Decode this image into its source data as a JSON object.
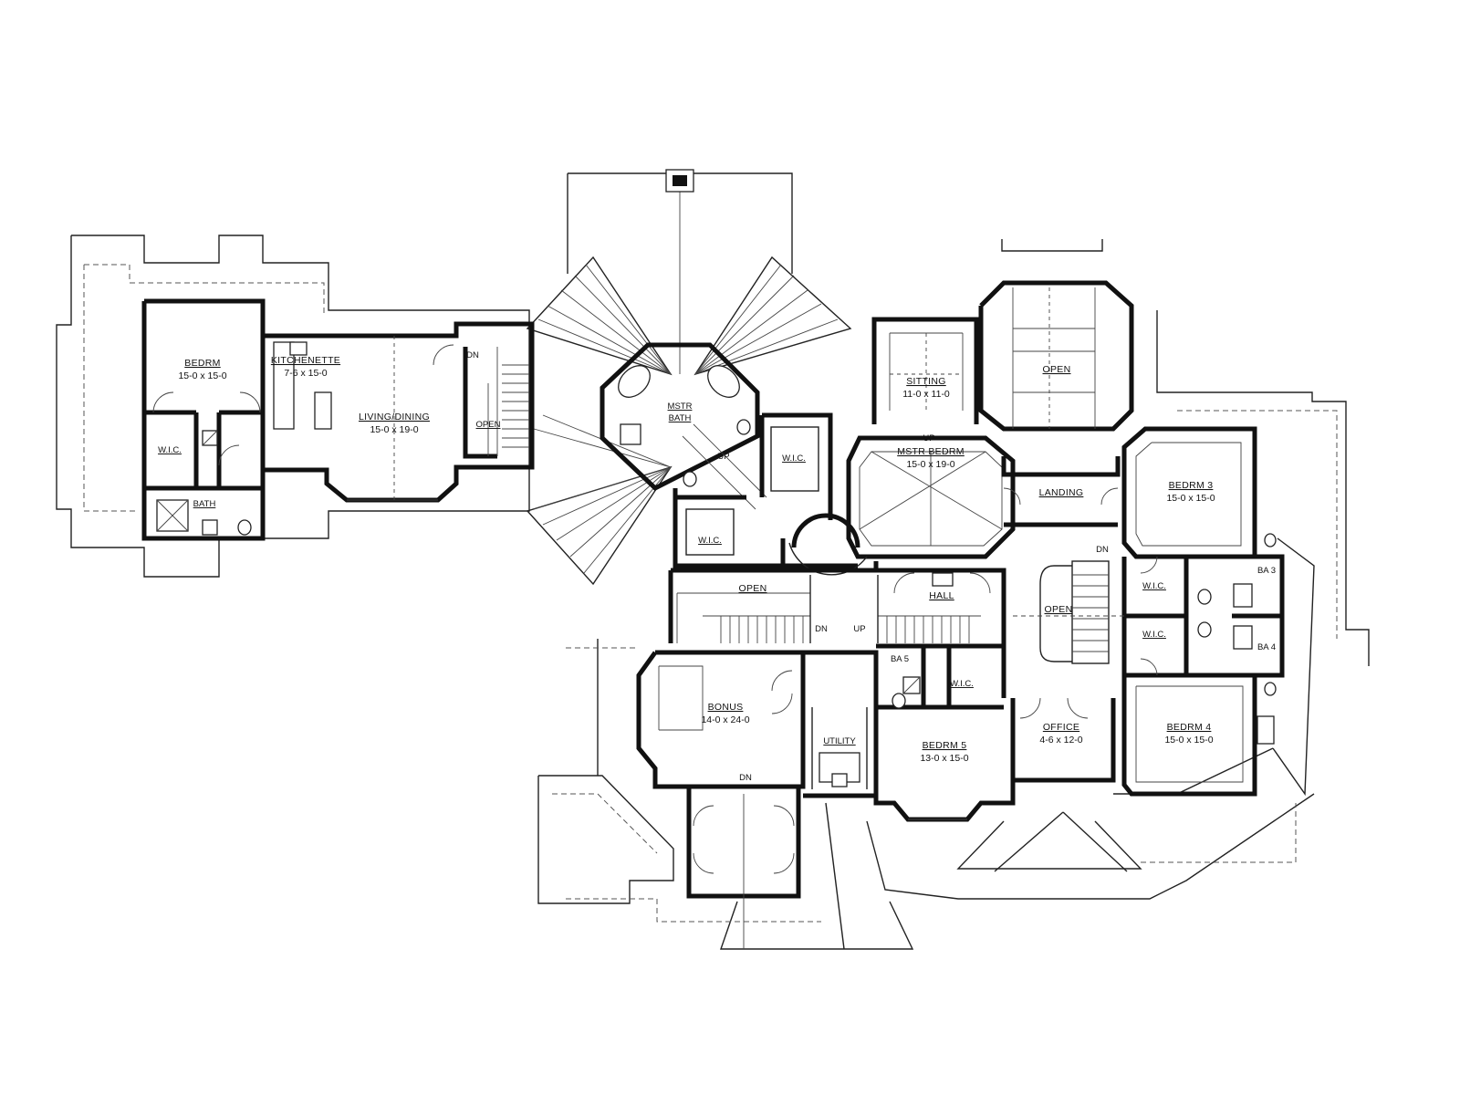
{
  "rooms": [
    {
      "id": "bedrm-guest",
      "name": "BEDRM",
      "dims": "15-0 x 15-0"
    },
    {
      "id": "kitchenette",
      "name": "KITCHENETTE",
      "dims": "7-6 x 15-0"
    },
    {
      "id": "living-dining",
      "name": "LIVING/DINING",
      "dims": "15-0 x 19-0"
    },
    {
      "id": "wic-guest",
      "name": "W.I.C.",
      "dims": ""
    },
    {
      "id": "bath-guest",
      "name": "BATH",
      "dims": ""
    },
    {
      "id": "open-guest",
      "name": "OPEN",
      "dims": ""
    },
    {
      "id": "mstr-bath",
      "name": "MSTR BATH",
      "dims": ""
    },
    {
      "id": "wic-master-1",
      "name": "W.I.C.",
      "dims": ""
    },
    {
      "id": "wic-master-2",
      "name": "W.I.C.",
      "dims": ""
    },
    {
      "id": "sitting",
      "name": "SITTING",
      "dims": "11-0 x 11-0"
    },
    {
      "id": "mstr-bedrm",
      "name": "MSTR BEDRM",
      "dims": "15-0 x 19-0"
    },
    {
      "id": "open-top",
      "name": "OPEN",
      "dims": ""
    },
    {
      "id": "landing",
      "name": "LANDING",
      "dims": ""
    },
    {
      "id": "bedrm3",
      "name": "BEDRM 3",
      "dims": "15-0 x 15-0"
    },
    {
      "id": "hall",
      "name": "HALL",
      "dims": ""
    },
    {
      "id": "open-mid",
      "name": "OPEN",
      "dims": ""
    },
    {
      "id": "open-right",
      "name": "OPEN",
      "dims": ""
    },
    {
      "id": "wic-b3",
      "name": "W.I.C.",
      "dims": ""
    },
    {
      "id": "wic-b4",
      "name": "W.I.C.",
      "dims": ""
    },
    {
      "id": "ba3",
      "name": "BA 3",
      "dims": ""
    },
    {
      "id": "ba4",
      "name": "BA 4",
      "dims": ""
    },
    {
      "id": "ba5",
      "name": "BA 5",
      "dims": ""
    },
    {
      "id": "wic-b5",
      "name": "W.I.C.",
      "dims": ""
    },
    {
      "id": "bonus",
      "name": "BONUS",
      "dims": "14-0 x 24-0"
    },
    {
      "id": "utility",
      "name": "UTILITY",
      "dims": ""
    },
    {
      "id": "bedrm5",
      "name": "BEDRM 5",
      "dims": "13-0 x 15-0"
    },
    {
      "id": "office",
      "name": "OFFICE",
      "dims": "4-6 x 12-0"
    },
    {
      "id": "bedrm4",
      "name": "BEDRM 4",
      "dims": "15-0 x 15-0"
    }
  ],
  "stair_marks": {
    "dn": "DN",
    "up": "UP"
  }
}
